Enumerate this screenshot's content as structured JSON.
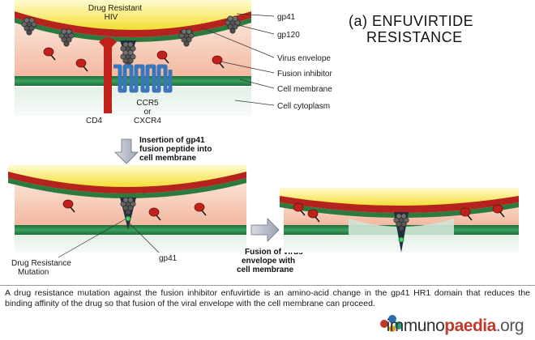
{
  "title": {
    "line1": "(a) ENFUVIRTIDE",
    "line2": "RESISTANCE"
  },
  "top_panel": {
    "drug_resistant_line1": "Drug Resistant",
    "drug_resistant_line2": "HIV",
    "labels": {
      "gp41": "gp41",
      "gp120": "gp120",
      "virus_envelope": "Virus envelope",
      "fusion_inhibitor": "Fusion inhibitor",
      "cell_membrane": "Cell membrane",
      "cell_cytoplasm": "Cell cytoplasm"
    },
    "cd4": "CD4",
    "ccr5_line1": "CCR5",
    "ccr5_line2": "or",
    "ccr5_line3": "CXCR4"
  },
  "step_arrow": {
    "line1": "Insertion of gp41",
    "line2": "fusion peptide into",
    "line3": "cell membrane"
  },
  "bottom_left": {
    "mutation_line1": "Drug Resistance",
    "mutation_line2": "Mutation",
    "gp41": "gp41"
  },
  "fusion_step": {
    "line1": "Fusion of virus",
    "line2": "envelope with",
    "line3": "cell membrane"
  },
  "caption": "A drug resistance mutation against the fusion inhibitor enfuvirtide is an amino-acid change in the gp41 HR1 domain that reduces the binding affinity of the drug so that fusion of the viral envelope with the cell membrane can proceed.",
  "logo": {
    "prefix": "immuno",
    "accent": "paedia",
    "suffix": ".org"
  },
  "colors": {
    "virus_yellow": "#f4e23a",
    "envelope_red": "#b5231e",
    "envelope_green": "#2d7a3f",
    "membrane_green": "#2f8a4c",
    "inhibitor_red": "#c0221b",
    "receptor_blue": "#3a76b8",
    "gp_gray": "#6b6b6b"
  }
}
